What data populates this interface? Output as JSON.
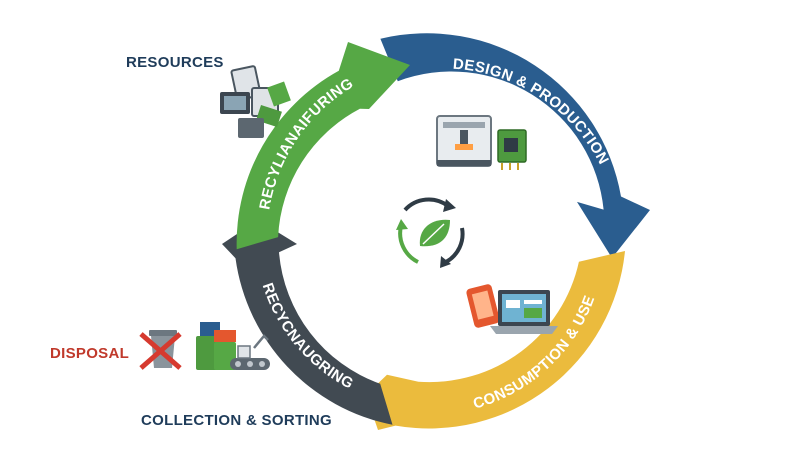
{
  "labels": {
    "resources": "RESOURCES",
    "disposal": "DISPOSAL",
    "collection": "COLLECTION & SORTING"
  },
  "segments": {
    "design": "DESIGN & PRODUCTION",
    "consumption": "CONSUMPTION & USE",
    "recycling": "RECYCNAUGRING",
    "remanufacturing": "RECYLIANAIFURING"
  },
  "colors": {
    "design": "#2a5d8f",
    "consumption": "#ebbb3d",
    "recycling": "#414a52",
    "remanufacturing": "#56a845",
    "resources_text": "#1f3c5a",
    "disposal_text": "#c0392b"
  },
  "icons": {
    "center": "recycle-leaf-icon",
    "design": [
      "3d-printer-icon",
      "circuit-chip-icon"
    ],
    "consumption": [
      "smartphone-icon",
      "laptop-icon"
    ],
    "resources": "electronics-pile-icon",
    "disposal": [
      "crossed-out-bin-icon",
      "green-bins-icon",
      "conveyor-belt-icon"
    ]
  }
}
